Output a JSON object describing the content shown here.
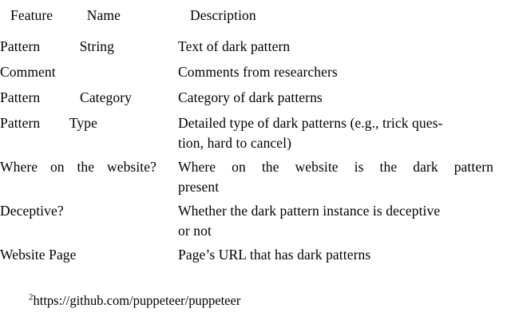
{
  "table": {
    "columns": [
      "Feature Name",
      "Description"
    ],
    "rows": [
      {
        "feature": "Pattern String",
        "description": "Text of dark pattern",
        "lines": [
          "Text of dark pattern"
        ]
      },
      {
        "feature": "Comment",
        "description": "Comments from researchers",
        "lines": [
          "Comments from researchers"
        ]
      },
      {
        "feature": "Pattern Category",
        "description": "Category of dark patterns",
        "lines": [
          "Category of dark patterns"
        ]
      },
      {
        "feature": "Pattern Type",
        "description": "Detailed type of dark patterns (e.g., trick question, hard to cancel)",
        "lines": [
          "Detailed type of dark patterns (e.g., trick ques-",
          "tion, hard to cancel)"
        ]
      },
      {
        "feature": "Where on the website?",
        "description": "Where on the website is the dark pattern present",
        "lines": [
          "Where on the website is the dark pattern",
          "present"
        ]
      },
      {
        "feature": "Deceptive?",
        "description": "Whether the dark pattern instance is deceptive or not",
        "lines": [
          "Whether the dark pattern instance is deceptive",
          "or not"
        ]
      },
      {
        "feature": "Website Page",
        "description": "Page’s URL that has dark patterns",
        "lines": [
          "Page’s URL that has dark patterns"
        ]
      }
    ]
  },
  "footnote": {
    "marker": "2",
    "text": "https://github.com/puppeteer/puppeteer"
  },
  "colors": {
    "text": "#000000",
    "rule": "#1a1a1a",
    "background": "#ffffff"
  }
}
